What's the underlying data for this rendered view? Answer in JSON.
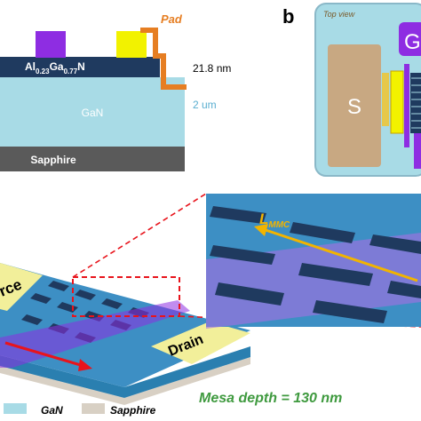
{
  "panel_a": {
    "pad_label": "Pad",
    "algan_base": "Al",
    "algan_sub1": "0.23",
    "algan_mid": "Ga",
    "algan_sub2": "0.77",
    "algan_end": "N",
    "algan_thickness": "21.8 nm",
    "gan_label": "GaN",
    "gan_thickness": "2 um",
    "sapphire_label": "Sapphire"
  },
  "panel_b": {
    "letter": "b",
    "view_label": "Top view",
    "source_label": "S",
    "gate_label": "G"
  },
  "panel_c": {
    "source_label": "rce",
    "drain_label": "Drain",
    "lmmc_main": "L",
    "lmmc_sub": "MMC",
    "mesa_depth": "Mesa depth = 130 nm"
  },
  "legend": {
    "gan_label": "GaN",
    "sapphire_label": "Sapphire"
  },
  "colors": {
    "gan": "#a8dbe6",
    "algan": "#1f3a5f",
    "sapphire": "#5a5a5a",
    "pad": "#e67e22",
    "gate": "#8e2de2",
    "source_metal": "#c8a882",
    "contact_yellow": "#f2f200",
    "mesa_blue": "#3d8fc4",
    "mesa_green_text": "#3f9a3f"
  }
}
